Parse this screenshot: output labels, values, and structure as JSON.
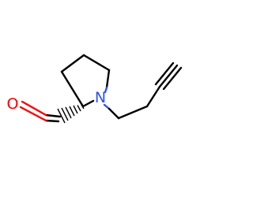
{
  "molecule": {
    "atoms": {
      "nitrogen": {
        "symbol": "N",
        "color": "#3050f8"
      },
      "oxygen": {
        "symbol": "O",
        "color": "#ff0000"
      }
    },
    "bond_color": "#000000",
    "stereo_bond": "hashed-wedge"
  }
}
